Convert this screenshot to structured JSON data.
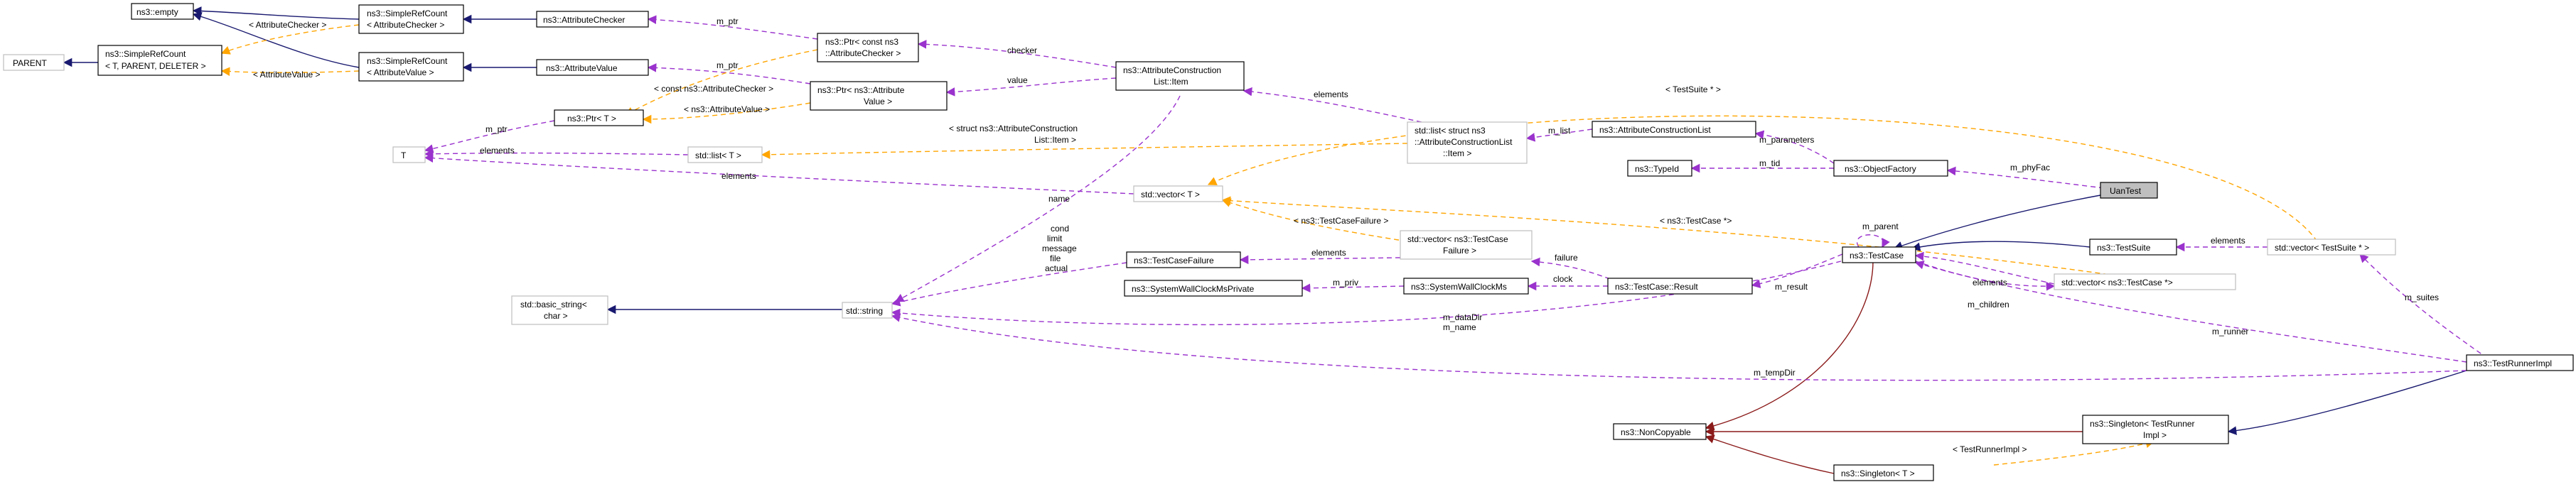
{
  "colors": {
    "inherit": "#191970",
    "usage": "#9a32cd",
    "template": "#ffa500",
    "private": "#8b1a1a",
    "grey_border": "#bfbfbf",
    "highlight_fill": "#bfbfbf"
  },
  "nodes": [
    {
      "id": "empty",
      "lines": [
        "ns3::empty"
      ]
    },
    {
      "id": "parent",
      "lines": [
        "PARENT"
      ]
    },
    {
      "id": "srcT",
      "lines": [
        "ns3::SimpleRefCount",
        "< T, PARENT, DELETER >"
      ]
    },
    {
      "id": "srcAC",
      "lines": [
        "ns3::SimpleRefCount",
        "< AttributeChecker >"
      ]
    },
    {
      "id": "srcAV",
      "lines": [
        "ns3::SimpleRefCount",
        "< AttributeValue >"
      ]
    },
    {
      "id": "ac",
      "lines": [
        "ns3::AttributeChecker"
      ]
    },
    {
      "id": "av",
      "lines": [
        "ns3::AttributeValue"
      ]
    },
    {
      "id": "ptrT",
      "lines": [
        "ns3::Ptr< T >"
      ]
    },
    {
      "id": "ptrAC",
      "lines": [
        "ns3::Ptr< const ns3",
        "::AttributeChecker >"
      ]
    },
    {
      "id": "ptrAV",
      "lines": [
        "ns3::Ptr< ns3::Attribute",
        "Value >"
      ]
    },
    {
      "id": "acli",
      "lines": [
        "ns3::AttributeConstruction",
        "List::Item"
      ]
    },
    {
      "id": "T",
      "lines": [
        "T"
      ]
    },
    {
      "id": "stdlistT",
      "lines": [
        "std::list< T >"
      ]
    },
    {
      "id": "stdlistItem",
      "lines": [
        "std::list< struct ns3",
        "::AttributeConstructionList",
        "::Item >"
      ]
    },
    {
      "id": "acl",
      "lines": [
        "ns3::AttributeConstructionList"
      ]
    },
    {
      "id": "typeid",
      "lines": [
        "ns3::TypeId"
      ]
    },
    {
      "id": "objfac",
      "lines": [
        "ns3::ObjectFactory"
      ]
    },
    {
      "id": "uantest",
      "lines": [
        "UanTest"
      ]
    },
    {
      "id": "vecT",
      "lines": [
        "std::vector< T >"
      ]
    },
    {
      "id": "tcf",
      "lines": [
        "ns3::TestCaseFailure"
      ]
    },
    {
      "id": "vecTCF",
      "lines": [
        "std::vector< ns3::TestCase",
        "Failure >"
      ]
    },
    {
      "id": "swcmp",
      "lines": [
        "ns3::SystemWallClockMsPrivate"
      ]
    },
    {
      "id": "swcm",
      "lines": [
        "ns3::SystemWallClockMs"
      ]
    },
    {
      "id": "tcr",
      "lines": [
        "ns3::TestCase::Result"
      ]
    },
    {
      "id": "tc",
      "lines": [
        "ns3::TestCase"
      ]
    },
    {
      "id": "vecTC",
      "lines": [
        "std::vector< ns3::TestCase *>"
      ]
    },
    {
      "id": "ts",
      "lines": [
        "ns3::TestSuite"
      ]
    },
    {
      "id": "vecTS",
      "lines": [
        "std::vector< TestSuite * >"
      ]
    },
    {
      "id": "bstring",
      "lines": [
        "std::basic_string<",
        "char >"
      ]
    },
    {
      "id": "stdstring",
      "lines": [
        "std::string"
      ]
    },
    {
      "id": "trimpl",
      "lines": [
        "ns3::TestRunnerImpl"
      ]
    },
    {
      "id": "noncopy",
      "lines": [
        "ns3::NonCopyable"
      ]
    },
    {
      "id": "singTRI",
      "lines": [
        "ns3::Singleton< TestRunner",
        "Impl >"
      ]
    },
    {
      "id": "singT",
      "lines": [
        "ns3::Singleton< T >"
      ]
    }
  ],
  "edges": [
    {
      "id": "e1",
      "lines": [
        "< AttributeChecker >"
      ]
    },
    {
      "id": "e2",
      "lines": [
        "< AttributeValue >"
      ]
    },
    {
      "id": "e3",
      "lines": [
        "m_ptr"
      ]
    },
    {
      "id": "e4",
      "lines": [
        "m_ptr"
      ]
    },
    {
      "id": "e5",
      "lines": [
        "< const ns3::AttributeChecker >"
      ]
    },
    {
      "id": "e6",
      "lines": [
        "< ns3::AttributeValue >"
      ]
    },
    {
      "id": "e7",
      "lines": [
        "m_ptr"
      ]
    },
    {
      "id": "e8",
      "lines": [
        "checker"
      ]
    },
    {
      "id": "e9",
      "lines": [
        "value"
      ]
    },
    {
      "id": "e10",
      "lines": [
        "elements"
      ]
    },
    {
      "id": "e11",
      "lines": [
        "< struct ns3::AttributeConstruction",
        "List::Item >"
      ]
    },
    {
      "id": "e12",
      "lines": [
        "elements"
      ]
    },
    {
      "id": "e13",
      "lines": [
        "m_list"
      ]
    },
    {
      "id": "e14",
      "lines": [
        "m_parameters"
      ]
    },
    {
      "id": "e15",
      "lines": [
        "m_tid"
      ]
    },
    {
      "id": "e16",
      "lines": [
        "m_phyFac"
      ]
    },
    {
      "id": "e17",
      "lines": [
        "elements"
      ]
    },
    {
      "id": "e18",
      "lines": [
        "< TestSuite * >"
      ]
    },
    {
      "id": "e19",
      "lines": [
        "< ns3::TestCaseFailure >"
      ]
    },
    {
      "id": "e20",
      "lines": [
        "< ns3::TestCase *>"
      ]
    },
    {
      "id": "e21",
      "lines": [
        "name"
      ]
    },
    {
      "id": "e22",
      "lines": [
        "cond",
        "limit",
        "message",
        "file",
        "actual"
      ]
    },
    {
      "id": "e23",
      "lines": [
        "elements"
      ]
    },
    {
      "id": "e24",
      "lines": [
        "failure"
      ]
    },
    {
      "id": "e25",
      "lines": [
        "m_priv"
      ]
    },
    {
      "id": "e26",
      "lines": [
        "clock"
      ]
    },
    {
      "id": "e27",
      "lines": [
        "m_result"
      ]
    },
    {
      "id": "e28",
      "lines": [
        "m_parent"
      ]
    },
    {
      "id": "e29",
      "lines": [
        "elements"
      ]
    },
    {
      "id": "e30",
      "lines": [
        "m_children"
      ]
    },
    {
      "id": "e31",
      "lines": [
        "elements"
      ]
    },
    {
      "id": "e32",
      "lines": [
        "m_dataDir",
        "m_name"
      ]
    },
    {
      "id": "e33",
      "lines": [
        "m_tempDir"
      ]
    },
    {
      "id": "e34",
      "lines": [
        "m_runner"
      ]
    },
    {
      "id": "e35",
      "lines": [
        "m_suites"
      ]
    },
    {
      "id": "e36",
      "lines": [
        "< TestRunnerImpl >"
      ]
    }
  ]
}
